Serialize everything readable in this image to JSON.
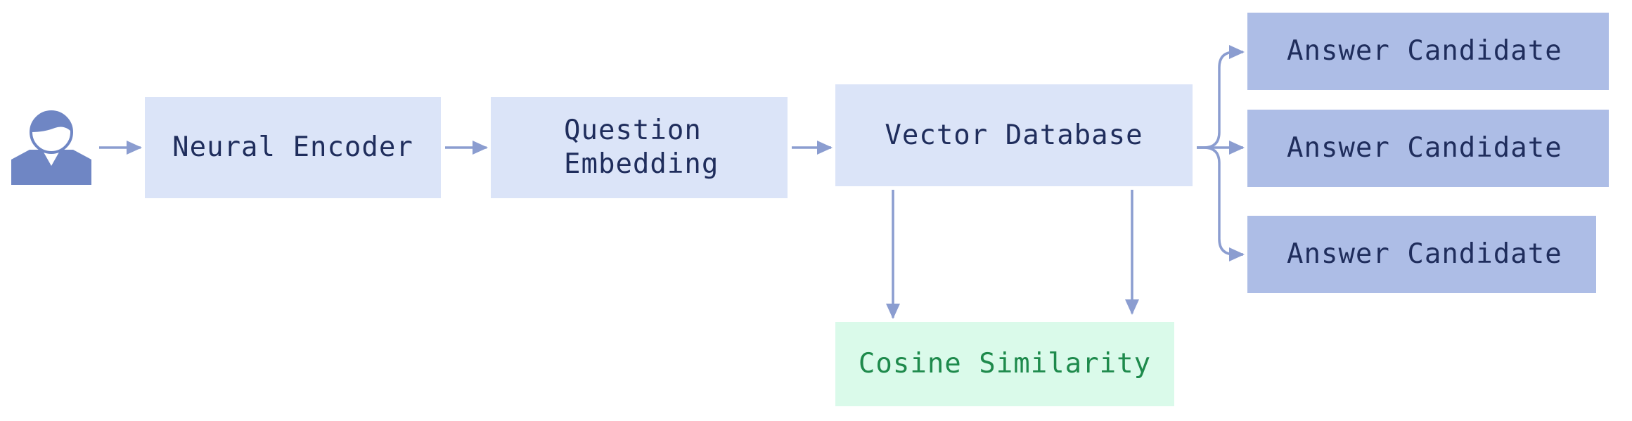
{
  "nodes": {
    "neural_encoder": "Neural Encoder",
    "question_embedding": "Question\nEmbedding",
    "vector_database": "Vector Database",
    "answer_candidate_1": "Answer Candidate",
    "answer_candidate_2": "Answer Candidate",
    "answer_candidate_3": "Answer Candidate",
    "cosine_similarity": "Cosine Similarity"
  },
  "icons": {
    "user": "user-icon",
    "arrow": "arrow-icon"
  },
  "colors": {
    "node_light": "#dbe4f8",
    "node_dark": "#adbde6",
    "node_green": "#dafaea",
    "text_dark": "#1f2d5c",
    "text_green": "#1e8a4c",
    "connector": "#8b9dd0",
    "user_icon": "#6f86c4"
  }
}
